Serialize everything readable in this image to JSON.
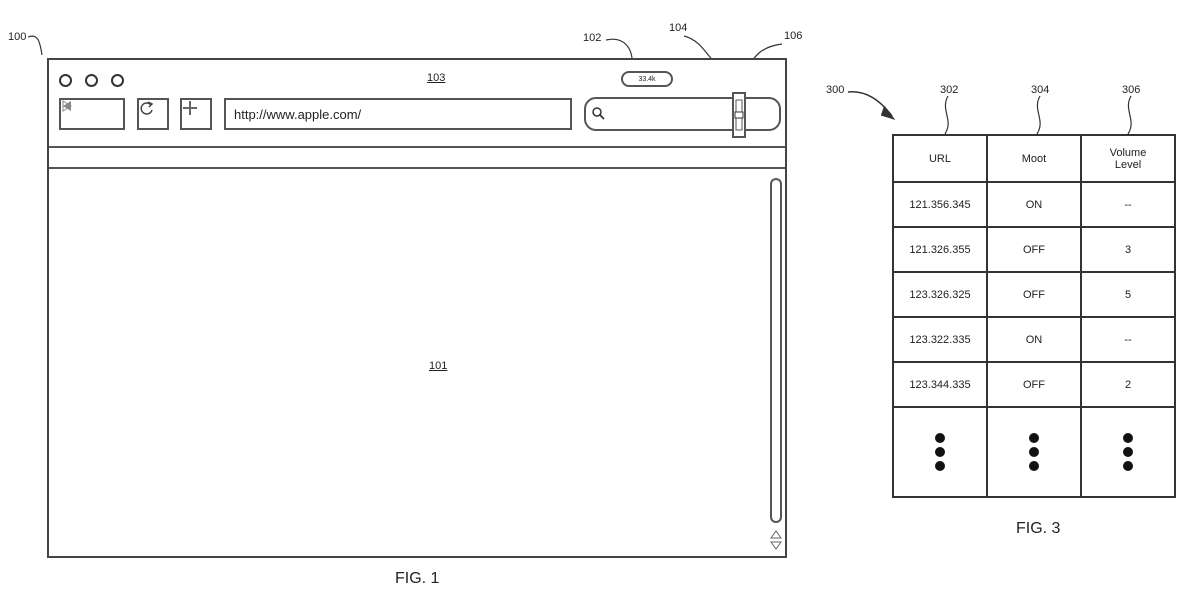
{
  "fig1": {
    "ref_window": "100",
    "ref_title": "103",
    "ref_mute_indicator": "102",
    "ref_speaker": "104",
    "ref_volume_control": "106",
    "ref_content": "101",
    "url_value": "http://www.apple.com/",
    "pill_text": "33.4k",
    "caption": "FIG. 1",
    "icons": [
      "close-light",
      "minimize-light",
      "zoom-light",
      "back-arrow-icon",
      "forward-arrow-icon",
      "reload-icon",
      "plus-icon",
      "search-icon",
      "speaker-icon",
      "cursor-icon",
      "scroll-up-icon",
      "scroll-down-icon"
    ]
  },
  "fig3": {
    "ref_table": "300",
    "col_refs": [
      "302",
      "304",
      "306"
    ],
    "headers": [
      "URL",
      "Moot",
      "Volume Level"
    ],
    "rows": [
      [
        "121.356.345",
        "ON",
        "--"
      ],
      [
        "121.326.355",
        "OFF",
        "3"
      ],
      [
        "123.326.325",
        "OFF",
        "5"
      ],
      [
        "123.322.335",
        "ON",
        "--"
      ],
      [
        "123.344.335",
        "OFF",
        "2"
      ]
    ],
    "caption": "FIG. 3"
  }
}
